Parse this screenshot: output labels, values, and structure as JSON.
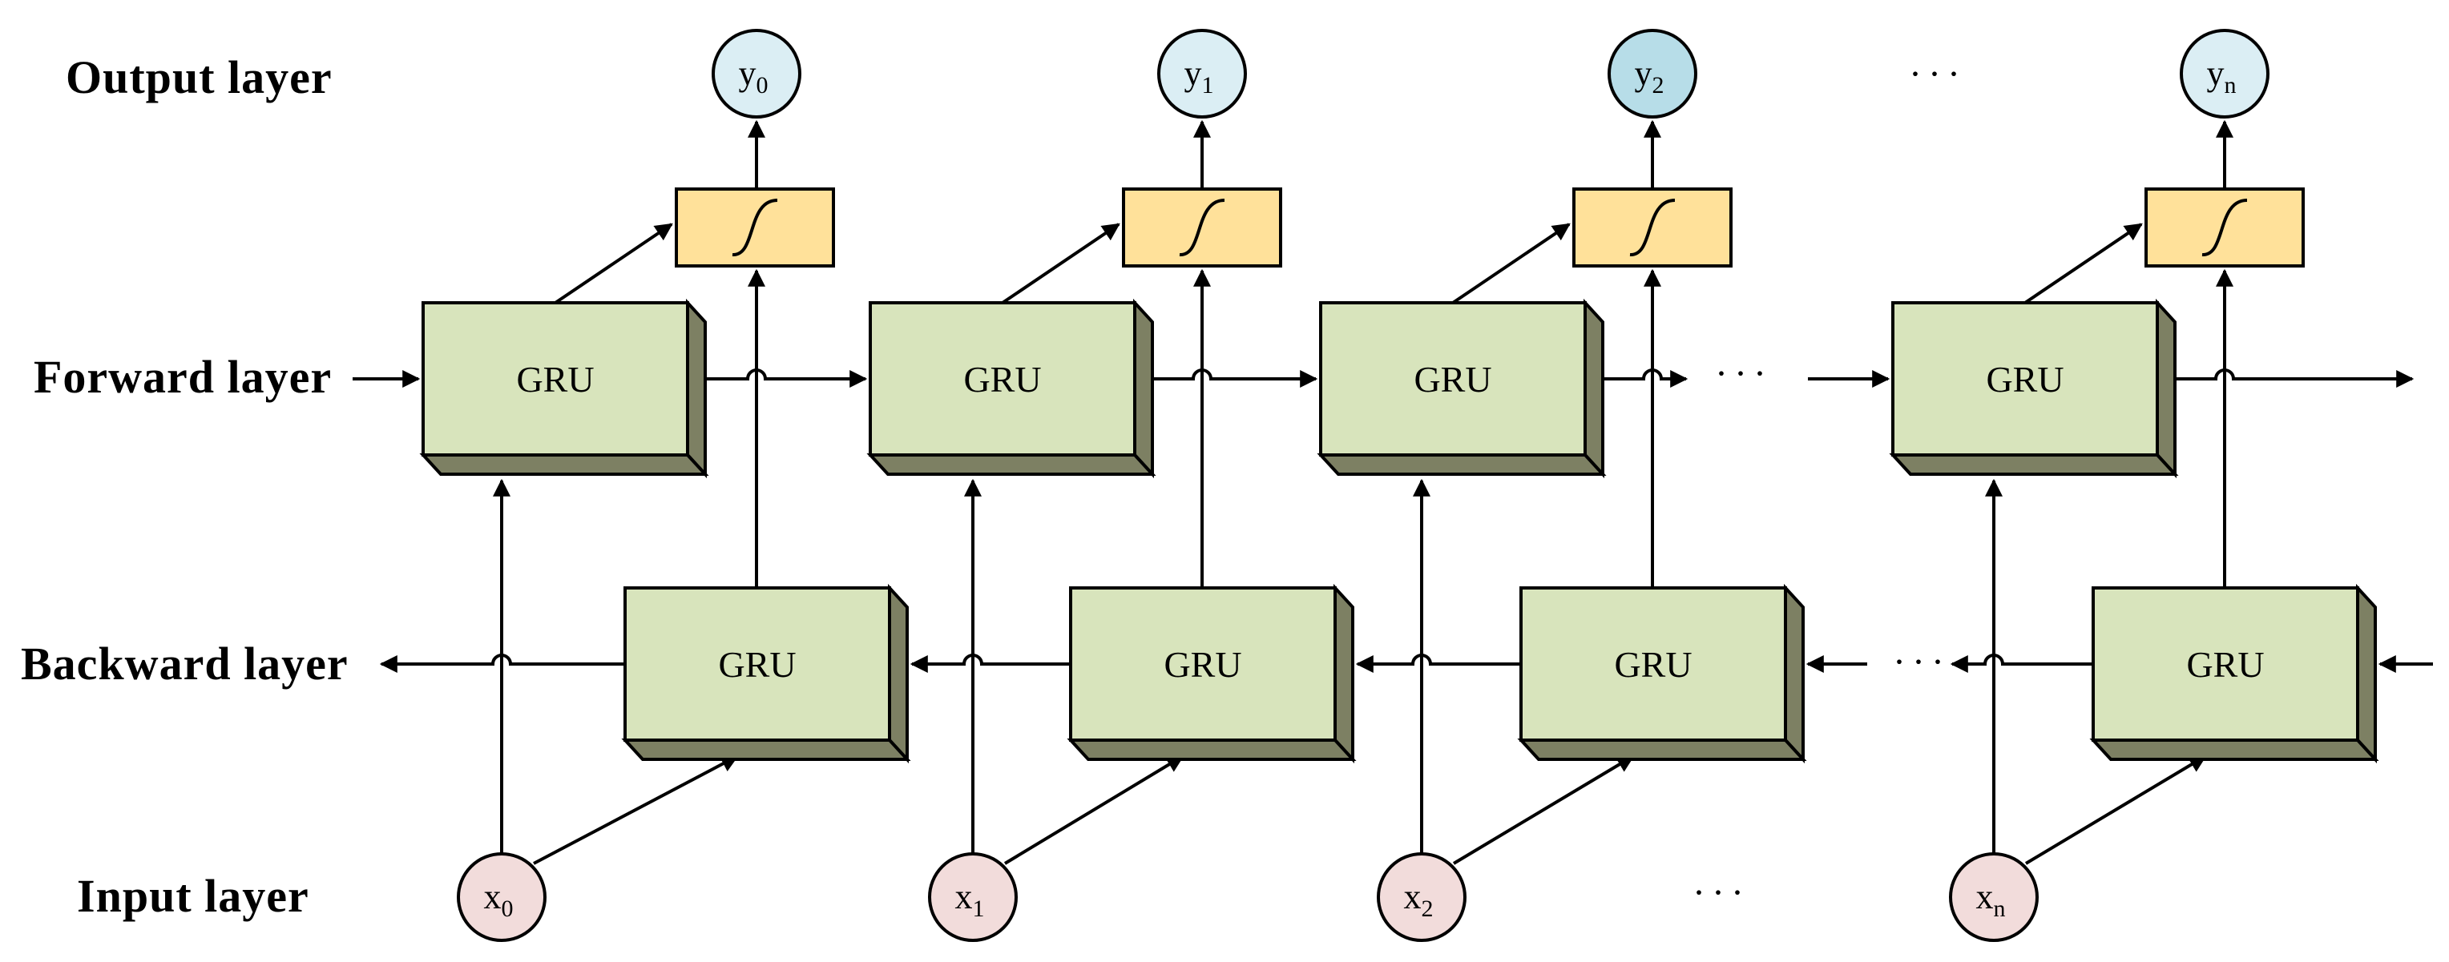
{
  "labels": {
    "output": "Output layer",
    "forward": "Forward layer",
    "backward": "Backward layer",
    "input": "Input layer"
  },
  "gru_label": "GRU",
  "ellipsis": "···",
  "columns": [
    {
      "output_base": "y",
      "output_sub": "0",
      "input_base": "x",
      "input_sub": "0",
      "output_highlight": false
    },
    {
      "output_base": "y",
      "output_sub": "1",
      "input_base": "x",
      "input_sub": "1",
      "output_highlight": false
    },
    {
      "output_base": "y",
      "output_sub": "2",
      "input_base": "x",
      "input_sub": "2",
      "output_highlight": true
    },
    {
      "output_base": "y",
      "output_sub": "n",
      "input_base": "x",
      "input_sub": "n",
      "output_highlight": false
    }
  ],
  "colors": {
    "gru_face": "#d8e4bc",
    "gru_depth": "#7d8063",
    "activation": "#ffe19a",
    "output_node": "#dbeef4",
    "output_node_highlight": "#b7dde8",
    "input_node": "#f2dcdb",
    "stroke": "#000000"
  }
}
